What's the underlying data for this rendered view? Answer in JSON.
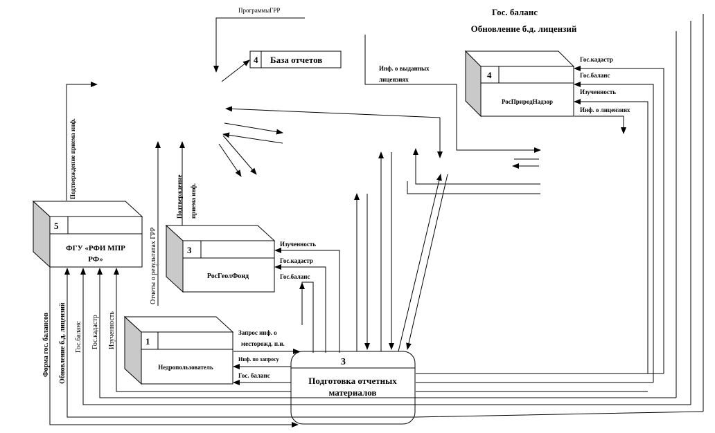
{
  "top_labels": {
    "balance": "Гос. баланс",
    "license_update": "Обновление б.д. лицензий",
    "programs": "ПрограммыГРР"
  },
  "nodes": {
    "reports_db": {
      "num": "4",
      "label": "База отчетов"
    },
    "rosprirodnadzor": {
      "num": "4",
      "label": "РосПриродНадзор"
    },
    "fgu": {
      "num": "5",
      "label": "ФГУ «РФИ МПР РФ»"
    },
    "rosgeolfond": {
      "num": "3",
      "label": "РосГеолФонд"
    },
    "subsoil_user": {
      "num": "1",
      "label": "Недропользователь"
    },
    "process": {
      "num": "3",
      "label": "Подготовка отчетных материалов"
    }
  },
  "flows": {
    "licenses_issued": "Инф. о выданных лицензиях",
    "gos_kadastr": "Гос.кадастр",
    "gos_balans": "Гос.баланс",
    "izuchennost": "Изученность",
    "inf_licenses": "Инф. о лицензиях",
    "confirm_fgu": "Подтверждение приема инф.",
    "confirm_rgf": "Подтверждение приема инф.",
    "reports_grr": "Отчеты о результатах ГРР",
    "rgf_izuch": "Изученность",
    "rgf_kadastr": "Гос.кадастр",
    "rgf_balans": "Гос.баланс",
    "req_deposit": "Запрос инф. о месторожд. п.и.",
    "inf_request": "Инф. по запросу",
    "sub_balans": "Гос. баланс",
    "form_balances": "Форма гос. балансов",
    "update_db": "Обновление б.д. лицензий",
    "left_balans": "Гос.баланс",
    "left_kadastr": "Гос.кадастр",
    "left_izuch": "Изученность"
  }
}
